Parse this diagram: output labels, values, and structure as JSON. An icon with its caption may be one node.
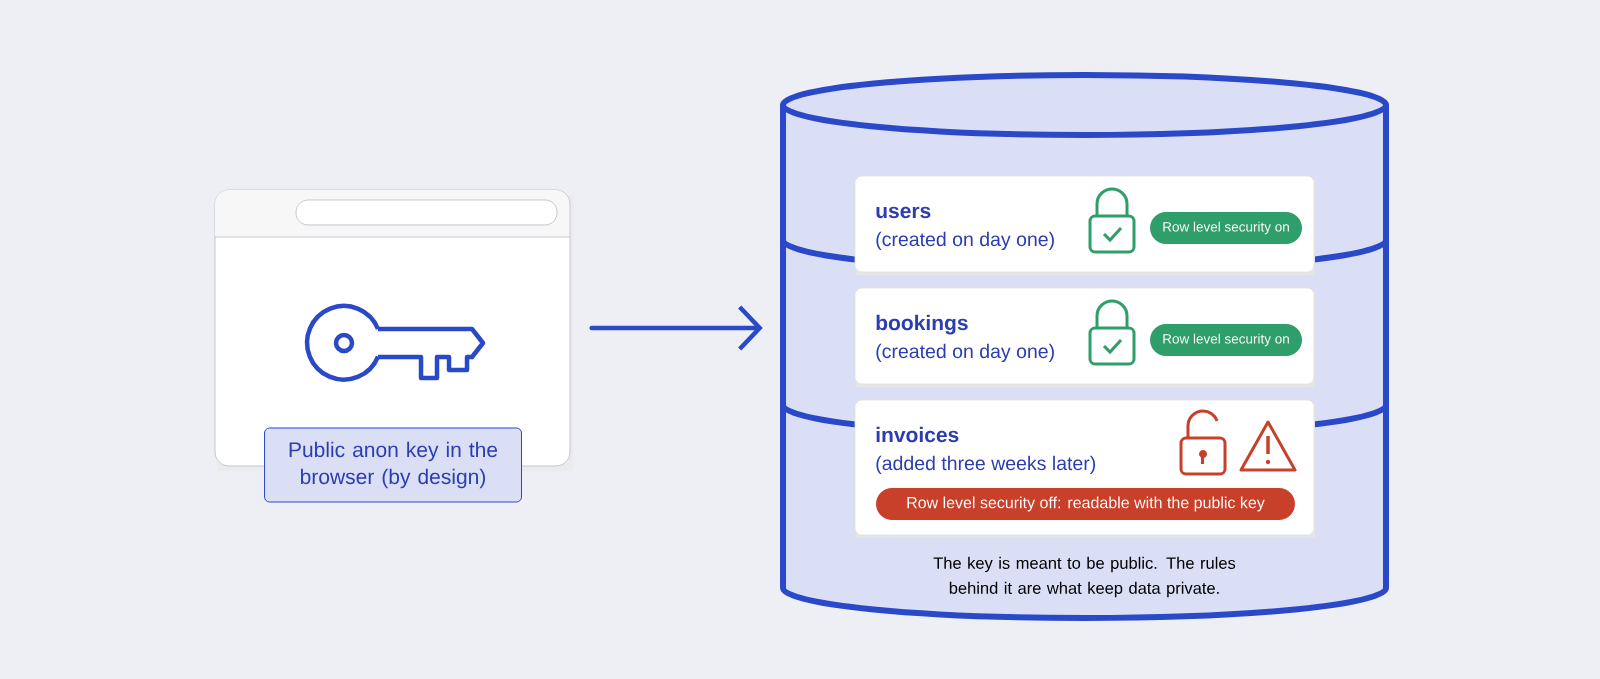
{
  "diagram": {
    "nodes": [
      {
        "text": [],
        "shape": "box"
      },
      {
        "text": [
          "Public anon key in the browser (by design)"
        ]
      },
      {
        "text": [
          "The key is meant to be public. The rules behind it are what keep data private."
        ]
      },
      {
        "text": [
          "users",
          "(created on day one)"
        ],
        "in": 2
      },
      {
        "text": [
          "Row level security on"
        ],
        "in": 3
      },
      {
        "text": [
          "bookings",
          "(created on day one)"
        ],
        "in": 2
      },
      {
        "text": [
          "Row level security on"
        ],
        "in": 5
      },
      {
        "text": [
          "invoices",
          "(added three weeks later)"
        ],
        "in": 2
      },
      {
        "text": [
          "Row level security off: readable with the public key"
        ],
        "in": 7
      }
    ],
    "edges": [
      {
        "from": 0,
        "to": 2,
        "arrow": "to"
      }
    ]
  }
}
